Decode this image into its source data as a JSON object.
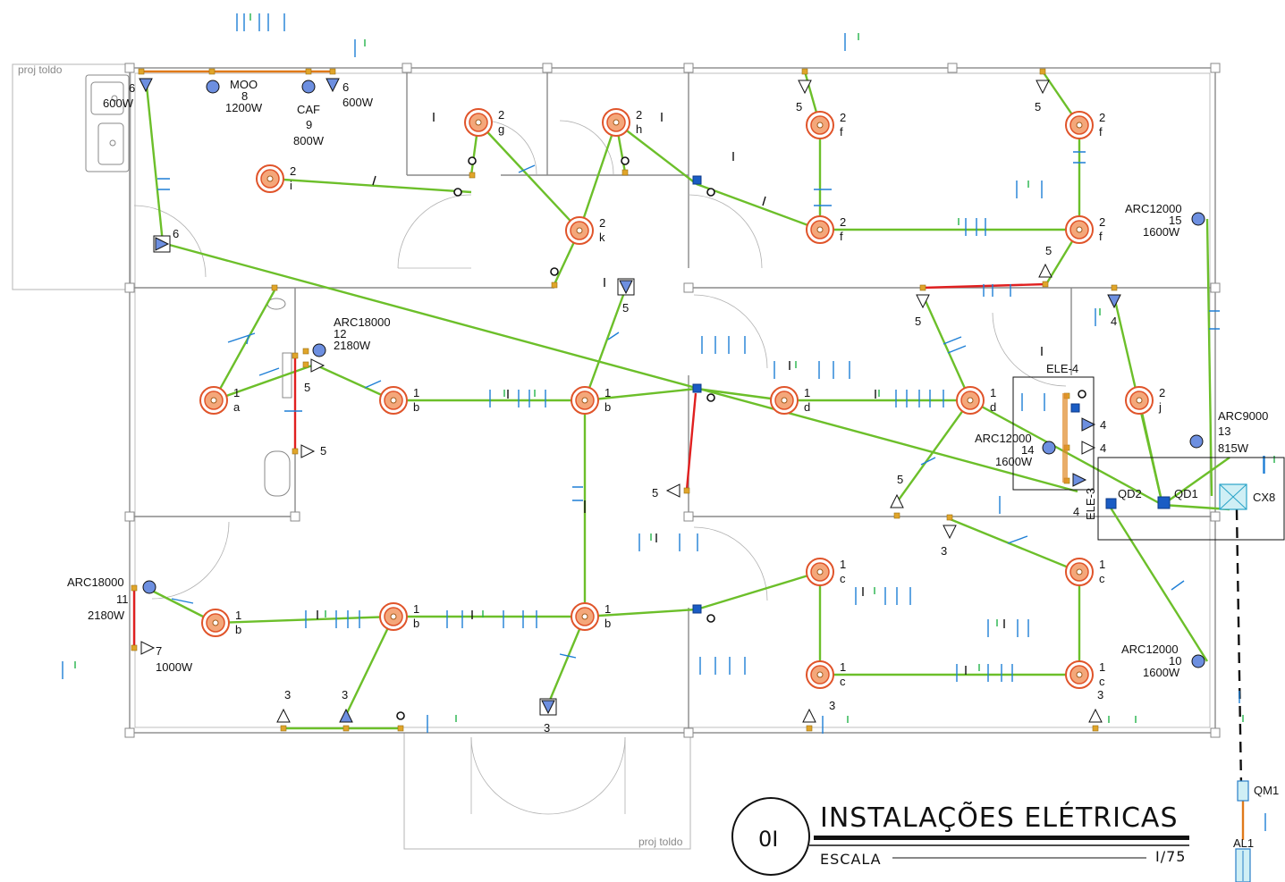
{
  "title_block": {
    "sheet_number": "0I",
    "title": "INSTALAÇÕES ELÉTRICAS",
    "scale_label": "ESCALA",
    "scale_value": "I/75"
  },
  "awnings": [
    "proj toldo",
    "proj toldo"
  ],
  "panels": {
    "qd1": "QD1",
    "qd2": "QD2",
    "qm1": "QM1",
    "cx8": "CX8",
    "al1": "AL1",
    "ele4": "ELE-4",
    "ele3": "ELE-3"
  },
  "equipment": [
    {
      "name": "MOO",
      "circuit": "8",
      "power": "1200W"
    },
    {
      "name": "CAF",
      "circuit": "9",
      "power": "800W"
    },
    {
      "name": "",
      "circuit": "6",
      "power": "600W"
    },
    {
      "name": "",
      "circuit": "6",
      "power": "600W"
    },
    {
      "name": "ARC18000",
      "circuit": "12",
      "power": "2180W"
    },
    {
      "name": "ARC18000",
      "circuit": "11",
      "power": "2180W"
    },
    {
      "name": "ARC12000",
      "circuit": "15",
      "power": "1600W"
    },
    {
      "name": "ARC12000",
      "circuit": "14",
      "power": "1600W"
    },
    {
      "name": "ARC12000",
      "circuit": "10",
      "power": "1600W"
    },
    {
      "name": "ARC9000",
      "circuit": "13",
      "power": "815W"
    },
    {
      "name": "",
      "circuit": "7",
      "power": "1000W"
    }
  ],
  "lights": [
    {
      "circuit": "2",
      "switch": "i"
    },
    {
      "circuit": "2",
      "switch": "g"
    },
    {
      "circuit": "2",
      "switch": "h"
    },
    {
      "circuit": "2",
      "switch": "k"
    },
    {
      "circuit": "2",
      "switch": "f"
    },
    {
      "circuit": "2",
      "switch": "f"
    },
    {
      "circuit": "2",
      "switch": "f"
    },
    {
      "circuit": "2",
      "switch": "f"
    },
    {
      "circuit": "1",
      "switch": "a"
    },
    {
      "circuit": "1",
      "switch": "b"
    },
    {
      "circuit": "1",
      "switch": "b"
    },
    {
      "circuit": "1",
      "switch": "d"
    },
    {
      "circuit": "1",
      "switch": "d"
    },
    {
      "circuit": "2",
      "switch": "j"
    },
    {
      "circuit": "1",
      "switch": "b"
    },
    {
      "circuit": "1",
      "switch": "b"
    },
    {
      "circuit": "1",
      "switch": "b"
    },
    {
      "circuit": "1",
      "switch": "c"
    },
    {
      "circuit": "1",
      "switch": "c"
    },
    {
      "circuit": "1",
      "switch": "c"
    },
    {
      "circuit": "1",
      "switch": "c"
    }
  ],
  "colors": {
    "wire_green": "#6cbf2a",
    "wire_red": "#e02020",
    "wire_orange": "#e07a1a",
    "lamp_ring": "#e0542a",
    "lamp_fill": "#f4a77a",
    "symbol_blue": "#6d8fe0",
    "tick_blue": "#1e7fd6",
    "tick_green": "#25b34b"
  }
}
